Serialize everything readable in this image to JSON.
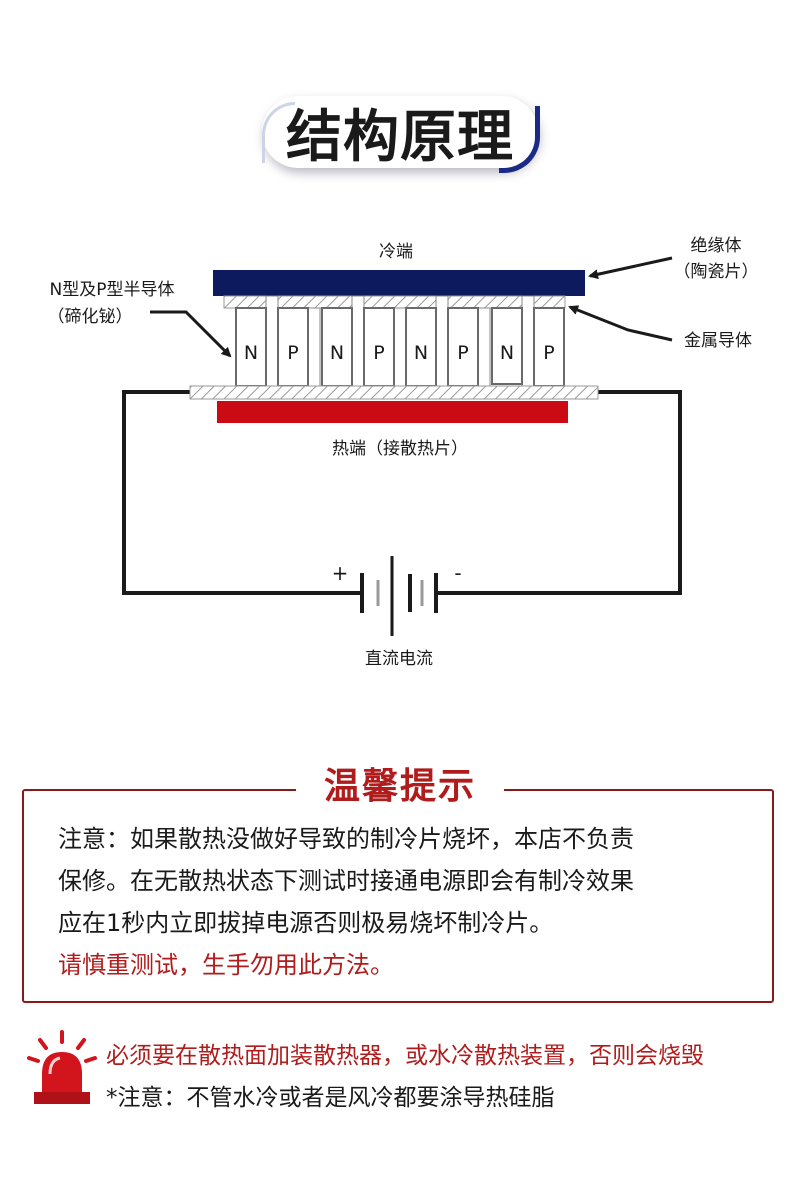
{
  "header": {
    "title": "结构原理"
  },
  "diagram": {
    "cold_end": "冷端",
    "insulator_line1": "绝缘体",
    "insulator_line2": "（陶瓷片）",
    "semiconductor_line1": "N型及P型半导体",
    "semiconductor_line2": "（碲化铋）",
    "metal_conductor": "金属导体",
    "hot_end": "热端（接散热片）",
    "plus_sign": "+",
    "minus_sign": "-",
    "dc_current": "直流电流",
    "elements": [
      "N",
      "P",
      "N",
      "P",
      "N",
      "P",
      "N",
      "P"
    ],
    "colors": {
      "cold": "#0d1b5e",
      "hot": "#cc0a14"
    }
  },
  "tips": {
    "title": "温馨提示",
    "line1": "注意：如果散热没做好导致的制冷片烧坏，本店不负责",
    "line2": "保修。在无散热状态下测试时接通电源即会有制冷效果",
    "line3": "应在1秒内立即拔掉电源否则极易烧坏制冷片。",
    "line4": "请慎重测试，生手勿用此方法。"
  },
  "warnings": {
    "icon": "alarm-light-icon",
    "line1": "必须要在散热面加装散热器，或水冷散热装置，否则会烧毁",
    "line2": "*注意：不管水冷或者是风冷都要涂导热硅脂"
  }
}
